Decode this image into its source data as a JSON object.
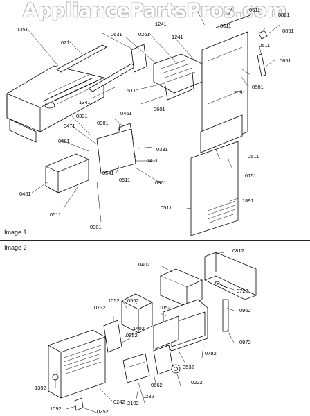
{
  "watermark": "AppliancePartsPros.com",
  "sections": [
    {
      "label": "Image 1"
    },
    {
      "label": "Image 2"
    }
  ],
  "image1_callouts": [
    "0881",
    "0511",
    "0891",
    "1351",
    "0271",
    "0631",
    "0261",
    "1241",
    "1241",
    "0611",
    "0511",
    "0651",
    "0581",
    "2091",
    "0511",
    "0601",
    "1341",
    "0461",
    "0331",
    "0471",
    "0901",
    "0481",
    "0331",
    "1411",
    "0541",
    "0511",
    "0901",
    "0451",
    "0511",
    "0151",
    "0511",
    "1891",
    "0511",
    "0901"
  ],
  "image2_callouts": [
    "0812",
    "0402",
    "0722",
    "0552",
    "1052",
    "0732",
    "1052",
    "0962",
    "0972",
    "1402",
    "0252",
    "0782",
    "0532",
    "0222",
    "0662",
    "1392",
    "0242",
    "0232",
    "2102",
    "1092",
    "0252"
  ]
}
